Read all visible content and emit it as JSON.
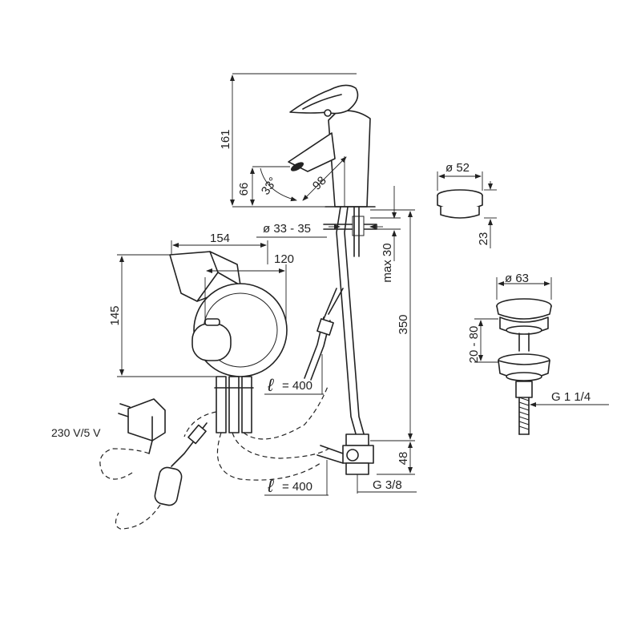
{
  "faucet": {
    "height_dim": "161",
    "spout_height_dim": "66",
    "angle_dim": "33°",
    "reach_dim": "98",
    "hole_dim": "ø 33 - 35",
    "max_dim": "max 30",
    "length_dim": "350"
  },
  "valve_box": {
    "width_dim": "154",
    "depth_dim": "120",
    "height_dim": "145",
    "hose_upper": "= 400",
    "hose_lower": "= 400",
    "hose_symbol": "ℓ"
  },
  "connection": {
    "height_dim": "48",
    "thread": "G 3/8"
  },
  "cap": {
    "diameter_dim": "ø 52",
    "height_dim": "23"
  },
  "drain": {
    "diameter_dim": "ø 63",
    "range_dim": "20 - 80",
    "thread": "G 1 1/4"
  },
  "power": {
    "voltage": "230 V/5 V"
  }
}
